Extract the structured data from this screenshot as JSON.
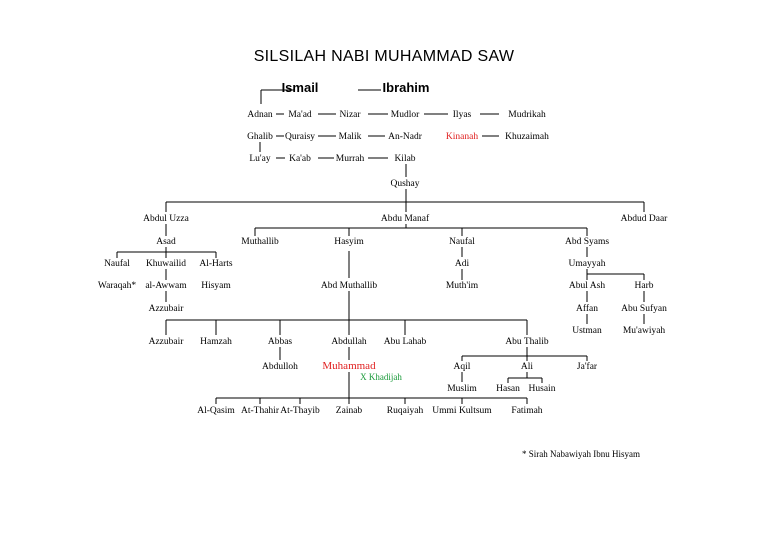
{
  "title": "SILSILAH NABI MUHAMMAD SAW",
  "footnote": "* Sirah Nabawiyah Ibnu Hisyam",
  "colors": {
    "highlight": "#e02020",
    "spouse": "#1a9a3a",
    "line": "#000000"
  },
  "nodes": [
    {
      "id": "ismail",
      "label": "Ismail",
      "style": "big"
    },
    {
      "id": "ibrahim",
      "label": "Ibrahim",
      "style": "big"
    },
    {
      "id": "adnan",
      "label": "Adnan"
    },
    {
      "id": "maad",
      "label": "Ma'ad"
    },
    {
      "id": "nizar",
      "label": "Nizar"
    },
    {
      "id": "mudlor",
      "label": "Mudlor"
    },
    {
      "id": "ilyas",
      "label": "Ilyas"
    },
    {
      "id": "mudrikah",
      "label": "Mudrikah"
    },
    {
      "id": "ghalib",
      "label": "Ghalib"
    },
    {
      "id": "quraisy",
      "label": "Quraisy"
    },
    {
      "id": "malik",
      "label": "Malik"
    },
    {
      "id": "annadr",
      "label": "An-Nadr"
    },
    {
      "id": "kinanah",
      "label": "Kinanah",
      "style": "red"
    },
    {
      "id": "khuzaimah",
      "label": "Khuzaimah"
    },
    {
      "id": "luay",
      "label": "Lu'ay"
    },
    {
      "id": "kaab",
      "label": "Ka'ab"
    },
    {
      "id": "murrah",
      "label": "Murrah"
    },
    {
      "id": "kilab",
      "label": "Kilab"
    },
    {
      "id": "qushay",
      "label": "Qushay"
    },
    {
      "id": "abduluzza",
      "label": "Abdul Uzza"
    },
    {
      "id": "abdumanaf",
      "label": "Abdu Manaf"
    },
    {
      "id": "abduddaar",
      "label": "Abdud Daar"
    },
    {
      "id": "asad",
      "label": "Asad"
    },
    {
      "id": "naufal1",
      "label": "Naufal"
    },
    {
      "id": "khuwailid",
      "label": "Khuwailid"
    },
    {
      "id": "alharts",
      "label": "Al-Harts"
    },
    {
      "id": "waraqah",
      "label": "Waraqah*"
    },
    {
      "id": "alawwam",
      "label": "al-Awwam"
    },
    {
      "id": "hisyam",
      "label": "Hisyam"
    },
    {
      "id": "azzubair1",
      "label": "Azzubair"
    },
    {
      "id": "muthallib",
      "label": "Muthallib"
    },
    {
      "id": "hasyim",
      "label": "Hasyim"
    },
    {
      "id": "naufal2",
      "label": "Naufal"
    },
    {
      "id": "abdsyams",
      "label": "Abd Syams"
    },
    {
      "id": "adi",
      "label": "Adi"
    },
    {
      "id": "muthim",
      "label": "Muth'im"
    },
    {
      "id": "umayyah",
      "label": "Umayyah"
    },
    {
      "id": "abulash",
      "label": "Abul Ash"
    },
    {
      "id": "harb",
      "label": "Harb"
    },
    {
      "id": "affan",
      "label": "Affan"
    },
    {
      "id": "abusufyan",
      "label": "Abu Sufyan"
    },
    {
      "id": "ustman",
      "label": "Ustman"
    },
    {
      "id": "muawiyah",
      "label": "Mu'awiyah"
    },
    {
      "id": "abdmuthallib",
      "label": "Abd Muthallib"
    },
    {
      "id": "azzubair2",
      "label": "Azzubair"
    },
    {
      "id": "hamzah",
      "label": "Hamzah"
    },
    {
      "id": "abbas",
      "label": "Abbas"
    },
    {
      "id": "abdullah",
      "label": "Abdullah"
    },
    {
      "id": "abulahab",
      "label": "Abu Lahab"
    },
    {
      "id": "abuthalib",
      "label": "Abu Thalib"
    },
    {
      "id": "abdulloh",
      "label": "Abdulloh"
    },
    {
      "id": "muhammad",
      "label": "Muhammad",
      "style": "red"
    },
    {
      "id": "khadijah",
      "label": "X Khadijah",
      "style": "green"
    },
    {
      "id": "aqil",
      "label": "Aqil"
    },
    {
      "id": "ali",
      "label": "Ali"
    },
    {
      "id": "jafar",
      "label": "Ja'far"
    },
    {
      "id": "muslim",
      "label": "Muslim"
    },
    {
      "id": "hasan",
      "label": "Hasan"
    },
    {
      "id": "husain",
      "label": "Husain"
    },
    {
      "id": "alqasim",
      "label": "Al-Qasim"
    },
    {
      "id": "atthahir",
      "label": "At-Thahir"
    },
    {
      "id": "atthayib",
      "label": "At-Thayib"
    },
    {
      "id": "zainab",
      "label": "Zainab"
    },
    {
      "id": "ruqaiyah",
      "label": "Ruqaiyah"
    },
    {
      "id": "ummikultsum",
      "label": "Ummi Kultsum"
    },
    {
      "id": "fatimah",
      "label": "Fatimah"
    }
  ]
}
